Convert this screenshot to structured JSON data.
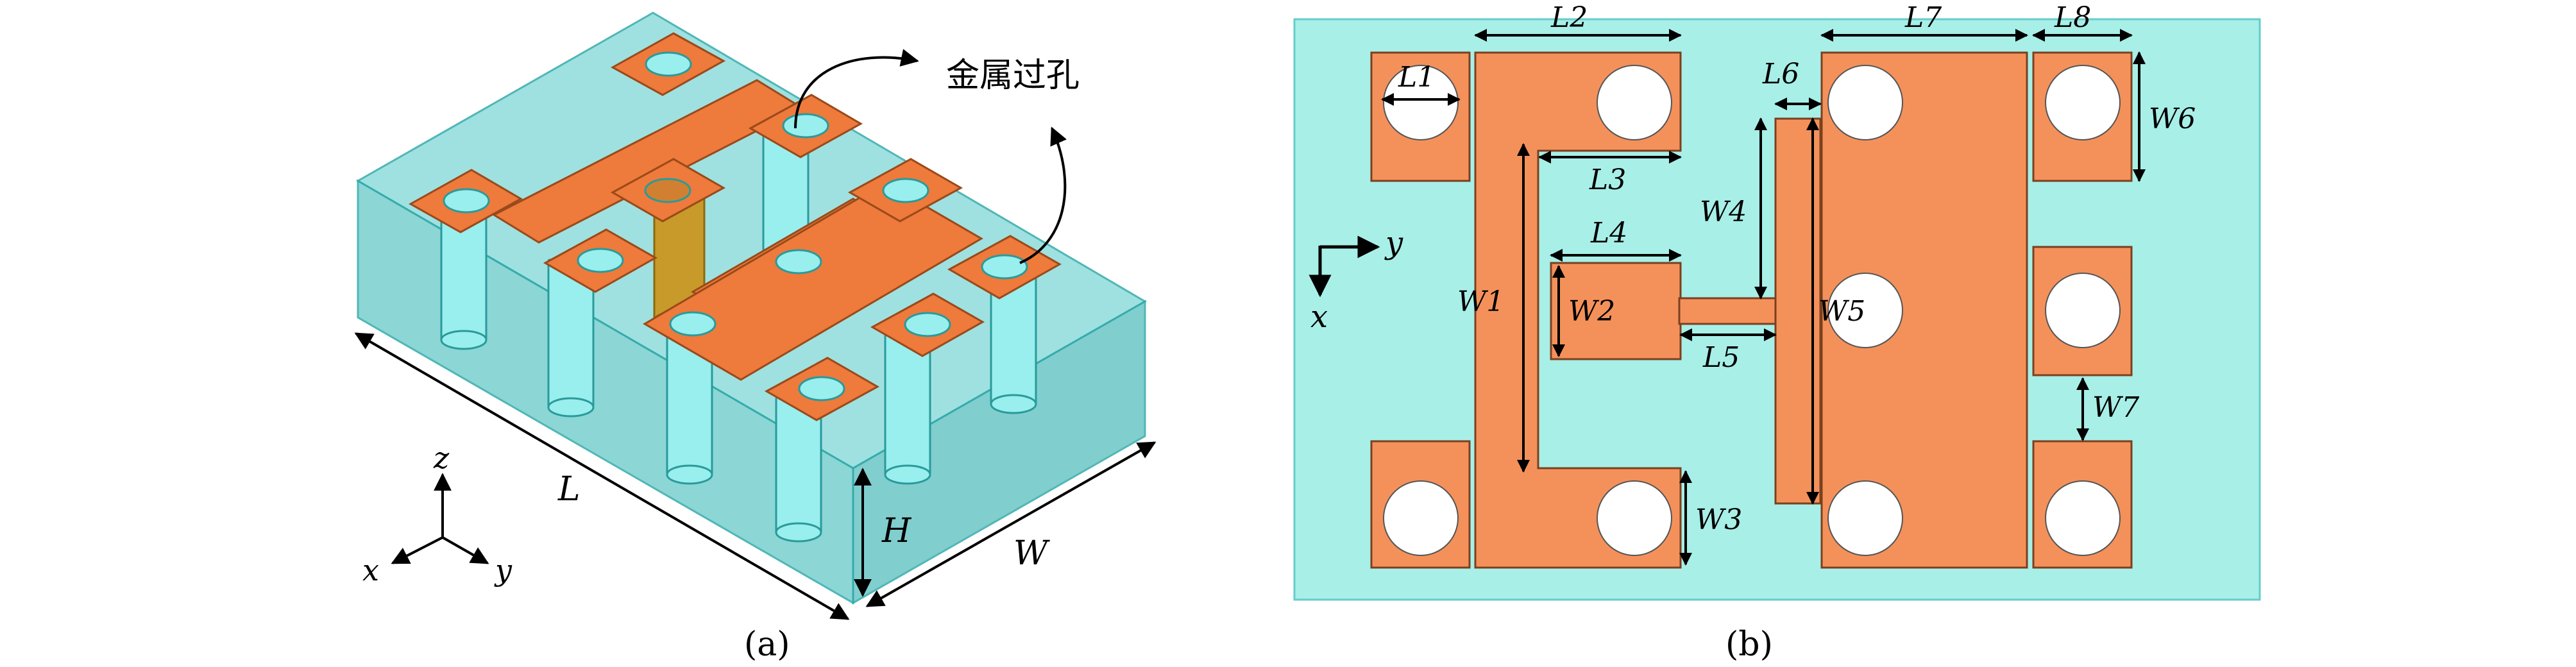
{
  "panel_a": {
    "caption": "(a)",
    "via_annotation": "金属过孔",
    "dim_L": "L",
    "dim_W": "W",
    "dim_H": "H",
    "axis_x": "x",
    "axis_y": "y",
    "axis_z": "z"
  },
  "panel_b": {
    "caption": "(b)",
    "axis_x": "x",
    "axis_y": "y",
    "dims": {
      "L1": "L1",
      "L2": "L2",
      "L3": "L3",
      "L4": "L4",
      "L5": "L5",
      "L6": "L6",
      "L7": "L7",
      "L8": "L8",
      "W1": "W1",
      "W2": "W2",
      "W3": "W3",
      "W4": "W4",
      "W5": "W5",
      "W6": "W6",
      "W7": "W7"
    }
  },
  "colors": {
    "substrate": "#a8efe8",
    "metal": "#f4915a",
    "metal_3d": "#ee7a3c",
    "substrate_3d": "#7fd2d2",
    "outline": "#222222"
  }
}
